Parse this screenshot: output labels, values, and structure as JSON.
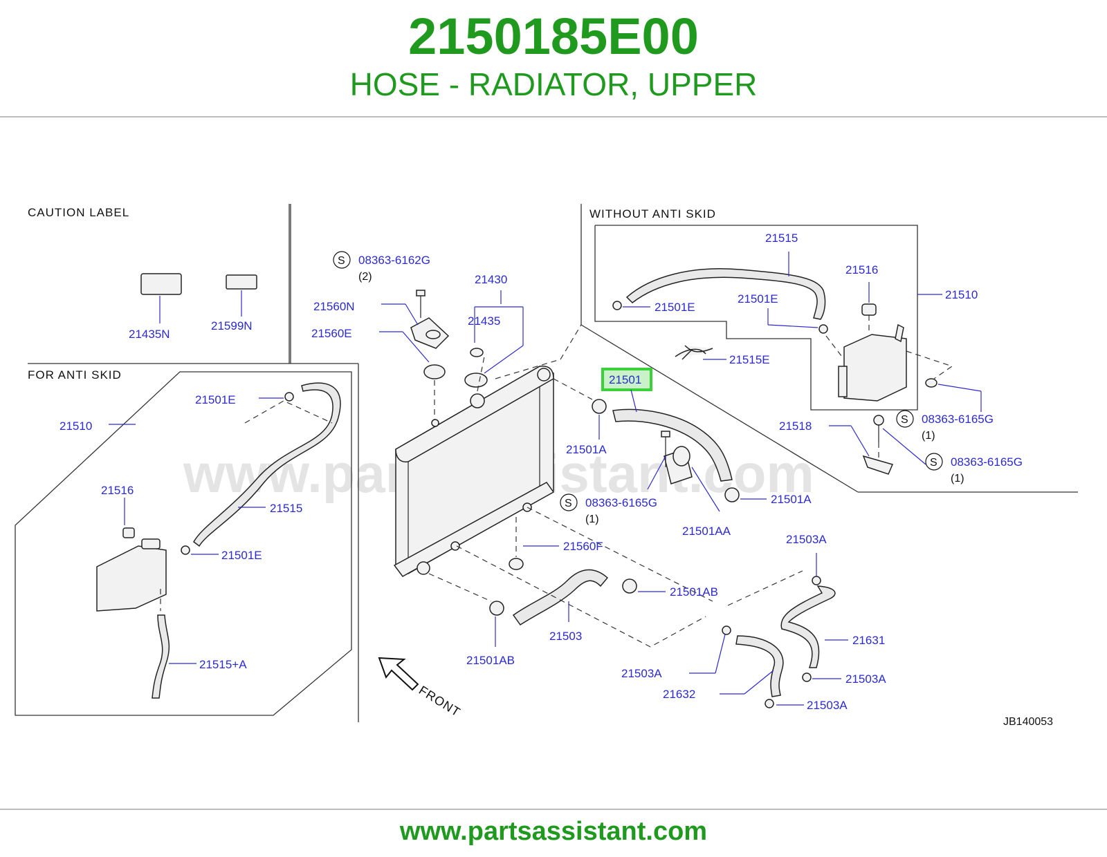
{
  "header": {
    "part_number": "2150185E00",
    "description": "HOSE - RADIATOR, UPPER"
  },
  "footer": {
    "url": "www.partsassistant.com"
  },
  "diagram": {
    "watermark": "www.partsassistant.com",
    "diagram_code": "JB140053",
    "sections": {
      "caution_label": "CAUTION  LABEL",
      "for_anti_skid": "FOR  ANTI  SKID",
      "without_anti_skid": "WITHOUT  ANTI  SKID"
    },
    "front_label": "FRONT",
    "highlight_color": "#3ad13a",
    "labels": {
      "l_21435n": "21435N",
      "l_21599n": "21599N",
      "l_fas_21501e_top": "21501E",
      "l_fas_21510": "21510",
      "l_fas_21516": "21516",
      "l_fas_21515": "21515",
      "l_fas_21501e_bottom": "21501E",
      "l_fas_21515a": "21515+A",
      "l_08363_6162g": "08363-6162G",
      "l_qty_2": "(2)",
      "l_21560n": "21560N",
      "l_21430": "21430",
      "l_21435": "21435",
      "l_21560e": "21560E",
      "l_21501": "21501",
      "l_21501a_top": "21501A",
      "l_08363_6165g_mid": "08363-6165G",
      "l_qty_1_mid": "(1)",
      "l_21501aa": "21501AA",
      "l_21501a_right": "21501A",
      "l_21560f": "21560F",
      "l_21501ab_right": "21501AB",
      "l_21503": "21503",
      "l_21501ab_bottom": "21501AB",
      "l_21503a_top": "21503A",
      "l_21631": "21631",
      "l_21503a_mid": "21503A",
      "l_21503a_right": "21503A",
      "l_21632": "21632",
      "l_21503a_bottom": "21503A",
      "l_was_21515": "21515",
      "l_was_21516": "21516",
      "l_was_21501e_left": "21501E",
      "l_was_21501e_right": "21501E",
      "l_was_21510": "21510",
      "l_21515e": "21515E",
      "l_08363_6165g_a": "08363-6165G",
      "l_qty_1_a": "(1)",
      "l_21518": "21518",
      "l_08363_6165g_b": "08363-6165G",
      "l_qty_1_b": "(1)"
    },
    "s_marks": {
      "s1": "S",
      "s2": "S",
      "s3": "S",
      "s4": "S"
    }
  }
}
